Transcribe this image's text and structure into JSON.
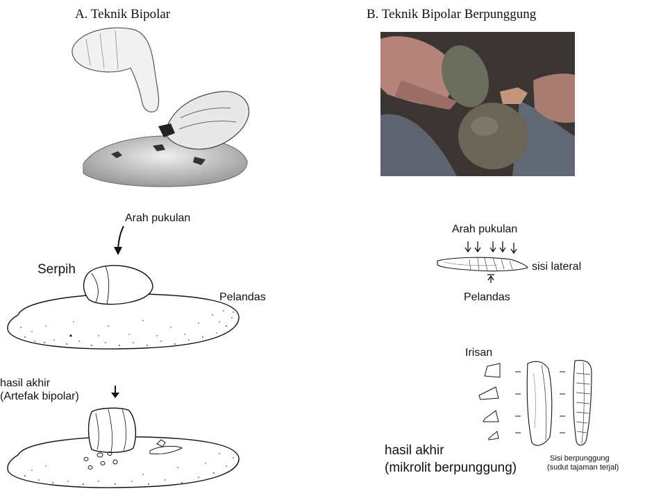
{
  "panel_a": {
    "title": "A. Teknik Bipolar",
    "label_arah_pukulan": "Arah pukulan",
    "label_serpih": "Serpih",
    "label_pelandas": "Pelandas",
    "label_hasil_akhir_1": "hasil akhir",
    "label_hasil_akhir_2": "(Artefak bipolar)"
  },
  "panel_b": {
    "title": "B. Teknik Bipolar Berpunggung",
    "label_arah_pukulan": "Arah pukulan",
    "label_sisi_lateral": "sisi lateral",
    "label_pelandas": "Pelandas",
    "label_irisan": "Irisan",
    "label_hasil_akhir_1": "hasil akhir",
    "label_hasil_akhir_2": "(mikrolit berpunggung)",
    "label_sisi_berpunggung_1": "Sisi berpunggung",
    "label_sisi_berpunggung_2": "(sudut tajaman terjal)"
  },
  "colors": {
    "ink": "#111111",
    "photo_background": "#3a3532",
    "stone": "#5f5a4c"
  }
}
